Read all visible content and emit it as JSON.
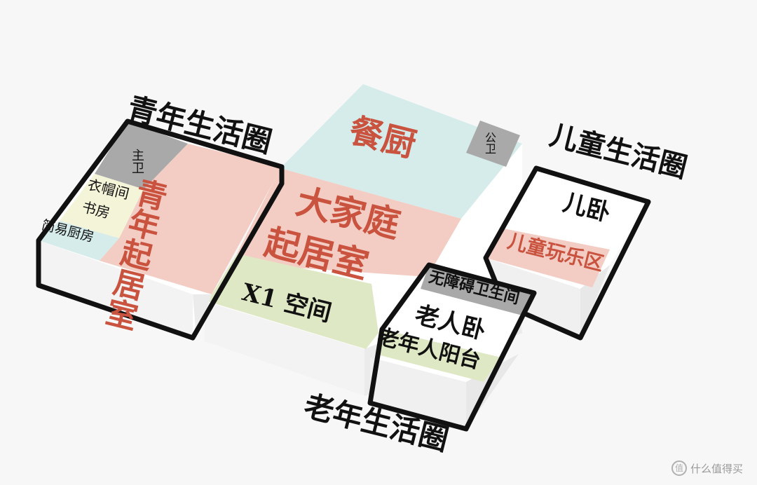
{
  "zones": {
    "youth": "青年生活圈",
    "children": "儿童生活圈",
    "elderly": "老年生活圈"
  },
  "rooms": {
    "master_bath": "主卫",
    "closet_study": [
      "衣帽间",
      "书房"
    ],
    "simple_kitchen": "简易厨房",
    "youth_living": "青年起居室",
    "dining_kitchen": "餐厨",
    "public_bath": "公卫",
    "family_living": [
      "大家庭",
      "起居室"
    ],
    "x1_space": "X1 空间",
    "kids_bedroom": "儿卧",
    "kids_play": "儿童玩乐区",
    "accessible_bath": "无障碍卫生间",
    "elder_bedroom": "老人卧",
    "elder_balcony": "老年人阳台"
  },
  "watermark": "什么值得买",
  "colors": {
    "salmon": "#f3cdc4",
    "light_blue": "#d5eceb",
    "light_green": "#dfe8c4",
    "light_yellow": "#f4f4d8",
    "gray": "#a9a9a9",
    "label_red": "#c9533f",
    "outline": "#111111"
  }
}
